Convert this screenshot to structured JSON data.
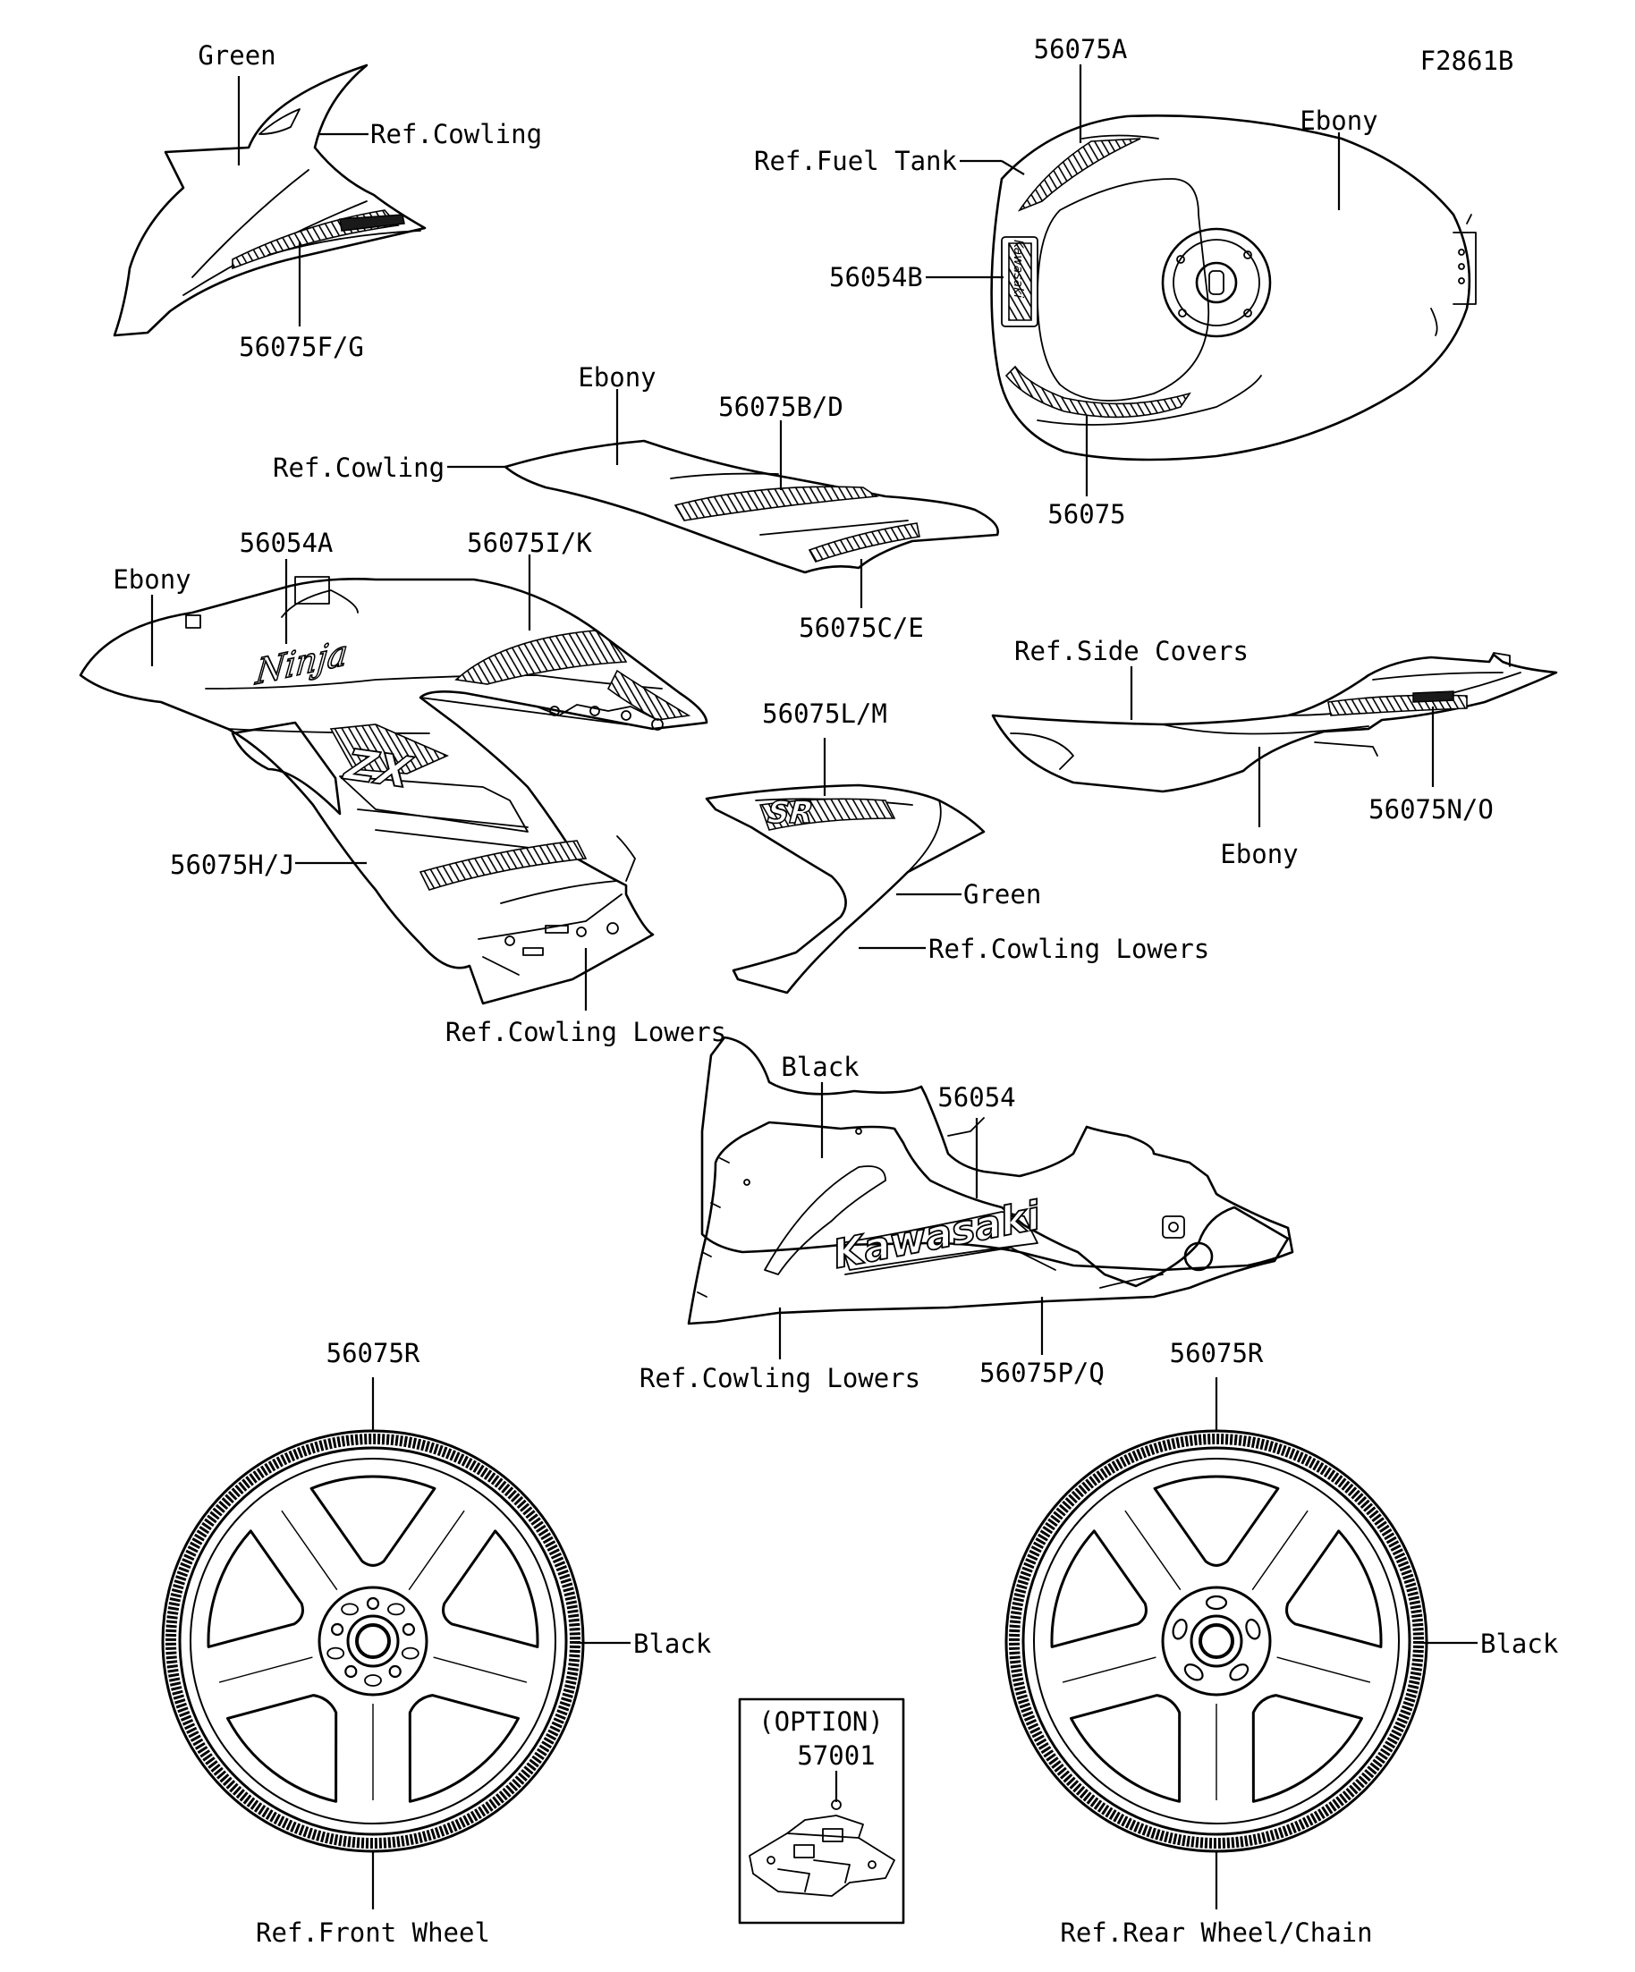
{
  "figure_code": "F2861B",
  "labels": {
    "upper_cowl_color": "Green",
    "upper_cowl_ref": "Ref.Cowling",
    "upper_cowl_part": "56075F/G",
    "tank_part_top": "56075A",
    "tank_ref": "Ref.Fuel Tank",
    "tank_color": "Ebony",
    "tank_emblem_part": "56054B",
    "tank_part_bottom": "56075",
    "side_cowl_color": "Ebony",
    "side_cowl_part_top": "56075B/D",
    "side_cowl_ref": "Ref.Cowling",
    "side_cowl_part_bottom": "56075C/E",
    "left_cowl_color": "Ebony",
    "left_cowl_emblem_part": "56054A",
    "left_cowl_part_top": "56075I/K",
    "left_cowl_part_lower": "56075H/J",
    "left_cowl_ref": "Ref.Cowling Lowers",
    "side_cover_ref": "Ref.Side Covers",
    "side_cover_part": "56075N/O",
    "side_cover_color": "Ebony",
    "mid_lower_part": "56075L/M",
    "mid_lower_color": "Green",
    "mid_lower_ref": "Ref.Cowling Lowers",
    "belly_color": "Black",
    "belly_emblem_part": "56054",
    "belly_ref": "Ref.Cowling Lowers",
    "belly_part": "56075P/Q",
    "front_wheel_part": "56075R",
    "front_wheel_color": "Black",
    "front_wheel_ref": "Ref.Front Wheel",
    "rear_wheel_part": "56075R",
    "rear_wheel_color": "Black",
    "rear_wheel_ref": "Ref.Rear Wheel/Chain",
    "option_title": "(OPTION)",
    "option_part": "57001"
  },
  "decal_text": {
    "ninja": "Ninja",
    "zx": "ZX",
    "sr": "SR",
    "kawasaki": "Kawasaki",
    "tank_kawasaki": "Kawasaki"
  }
}
